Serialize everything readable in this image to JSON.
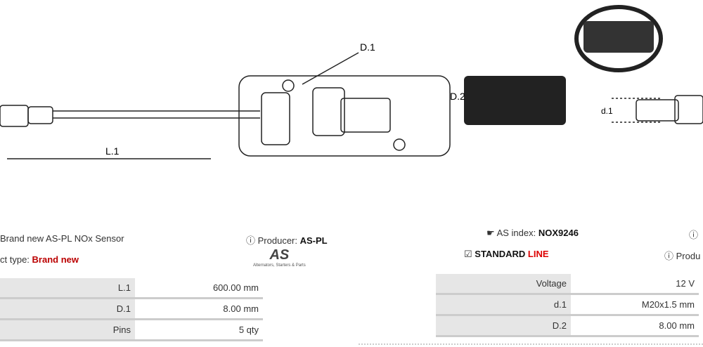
{
  "drawing": {
    "labels": {
      "d1_top": "D.1",
      "d2": "D.2",
      "l1": "L.1",
      "d1_small": "d.1"
    }
  },
  "left": {
    "title": "Brand new AS-PL NOx Sensor",
    "producer_label": "Producer:",
    "producer": "AS-PL",
    "type_label": "ct type:",
    "type": "Brand new",
    "logo": "AS",
    "logo_caption": "Alternators, Starters & Parts",
    "rows": [
      {
        "k": "L.1",
        "v": "600.00 mm"
      },
      {
        "k": "D.1",
        "v": "8.00 mm"
      },
      {
        "k": "Pins",
        "v": "5 qty"
      }
    ]
  },
  "right": {
    "index_label": "AS index:",
    "index": "NOX9246",
    "line_a": "STANDARD",
    "line_b": "LINE",
    "producer_label": "Produ",
    "rows": [
      {
        "k": "Voltage",
        "v": "12 V"
      },
      {
        "k": "d.1",
        "v": "M20x1.5 mm"
      },
      {
        "k": "D.2",
        "v": "8.00 mm"
      }
    ]
  }
}
